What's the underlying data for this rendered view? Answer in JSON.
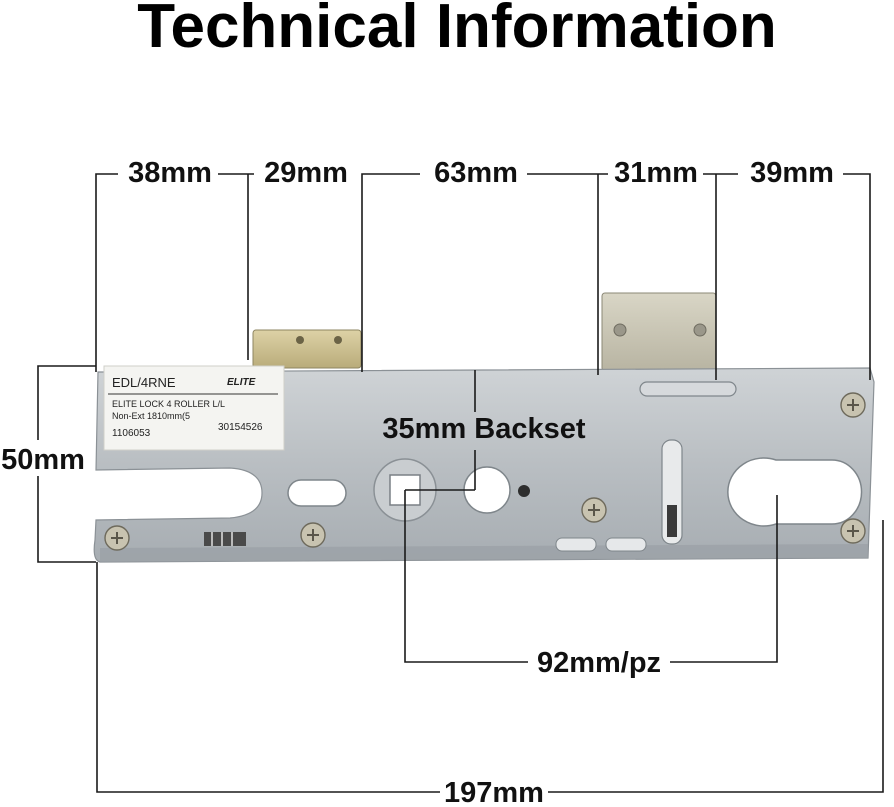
{
  "title": "Technical Information",
  "dimensions": {
    "d1": "38mm",
    "d2": "29mm",
    "d3": "63mm",
    "d4": "31mm",
    "d5": "39mm",
    "height": "50mm",
    "backset": "35mm Backset",
    "centres": "92mm/pz",
    "overall": "197mm"
  },
  "product_label": {
    "code": "EDL/4RNE",
    "brand": "ELITE",
    "line1": "ELITE LOCK 4 ROLLER L/L",
    "line2": "Non-Ext 1810mm(5",
    "num1": "1106053",
    "num2": "30154526"
  }
}
